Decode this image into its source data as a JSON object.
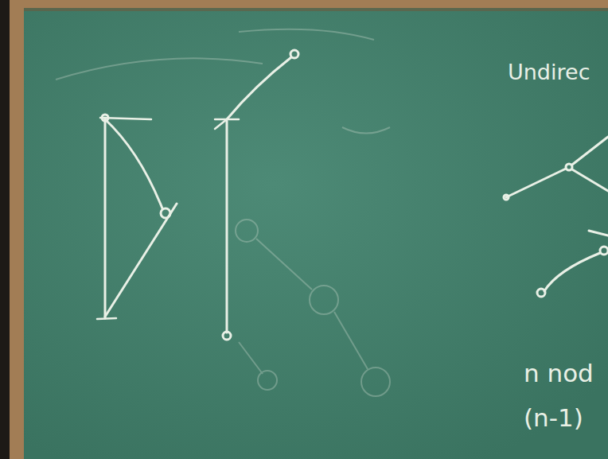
{
  "diagram": {
    "labels": [
      "Undirec",
      "n nod",
      "(n-1)"
    ]
  }
}
